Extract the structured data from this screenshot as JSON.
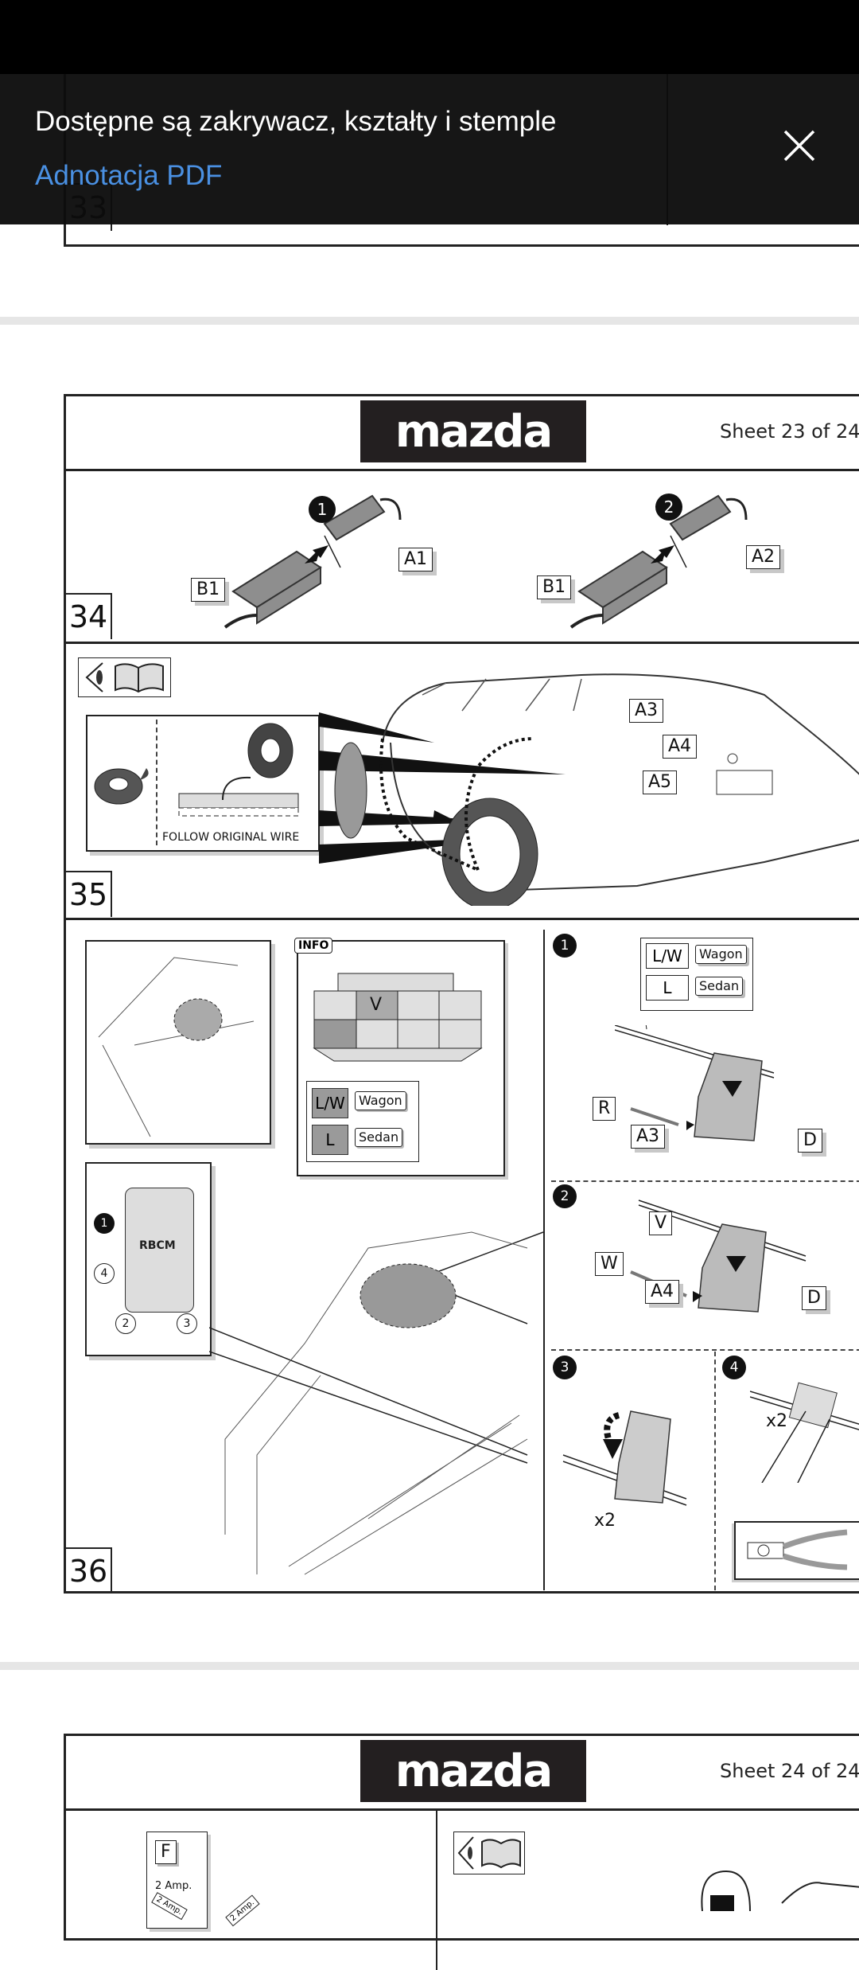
{
  "notification": {
    "title": "Dostępne są zakrywacz, kształty i stemple",
    "link_label": "Adnotacja PDF",
    "close_icon": "close-icon",
    "link_color": "#4a90e2"
  },
  "previous_page": {
    "step_number": "33"
  },
  "page_23": {
    "logo_text": "mazda",
    "sheet_label": "Sheet 23 of 24",
    "step_34": {
      "number": "34",
      "connection_1": {
        "badge": "1",
        "connector_a": "A1",
        "connector_b": "B1"
      },
      "connection_2": {
        "badge": "2",
        "connector_a": "A2",
        "connector_b": "B1"
      }
    },
    "step_35": {
      "number": "35",
      "icon": "eye-manual-icon",
      "tape_caption": "FOLLOW ORIGINAL WIRE",
      "labels": [
        "A3",
        "A4",
        "A5"
      ]
    },
    "step_36": {
      "number": "36",
      "info_tag": "INFO",
      "fuse_cell": "V",
      "legend": [
        {
          "code": "L/W",
          "variant": "Wagon"
        },
        {
          "code": "L",
          "variant": "Sedan"
        }
      ],
      "rbcm": {
        "label": "RBCM",
        "ports": [
          "1",
          "2",
          "3",
          "4"
        ]
      },
      "substep_1": {
        "badge": "1",
        "legend": [
          {
            "code": "L/W",
            "variant": "Wagon"
          },
          {
            "code": "L",
            "variant": "Sedan"
          }
        ],
        "wire": "R",
        "connector": "A3",
        "splice": "D"
      },
      "substep_2": {
        "badge": "2",
        "main_wire": "V",
        "wire": "W",
        "connector": "A4",
        "splice": "D"
      },
      "substep_3": {
        "badge": "3",
        "multiplier": "x2"
      },
      "substep_4": {
        "badge": "4",
        "multiplier": "x2",
        "tool": "pliers-icon"
      }
    }
  },
  "page_24": {
    "logo_text": "mazda",
    "sheet_label": "Sheet 24 of 24",
    "fuse_label": "F",
    "fuse_rating": "2 Amp.",
    "fuse_stamp": "2 Amp.",
    "icon": "eye-manual-icon"
  }
}
